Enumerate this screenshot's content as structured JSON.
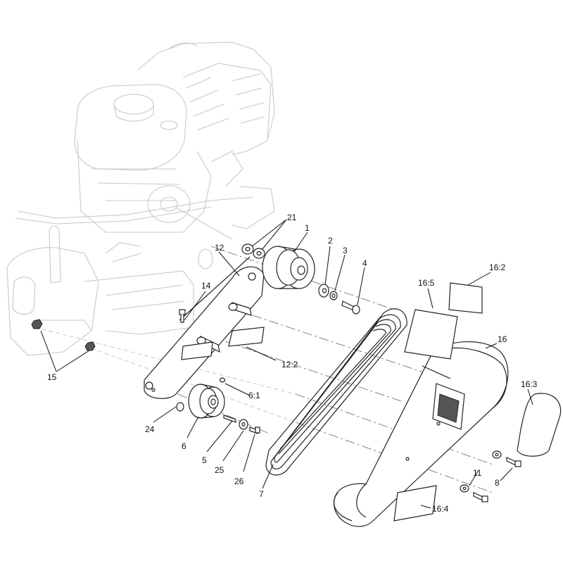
{
  "callouts": {
    "c1": "1",
    "c2": "2",
    "c3": "3",
    "c4": "4",
    "c5": "5",
    "c6": "6",
    "c6_1": "6:1",
    "c7": "7",
    "c8": "8",
    "c11": "11",
    "c12": "12",
    "c12_2": "12:2",
    "c14": "14",
    "c15": "15",
    "c16": "16",
    "c16_2": "16:2",
    "c16_3": "16:3",
    "c16_4": "16:4",
    "c16_5": "16:5",
    "c21": "21",
    "c24": "24",
    "c25": "25",
    "c26": "26"
  }
}
